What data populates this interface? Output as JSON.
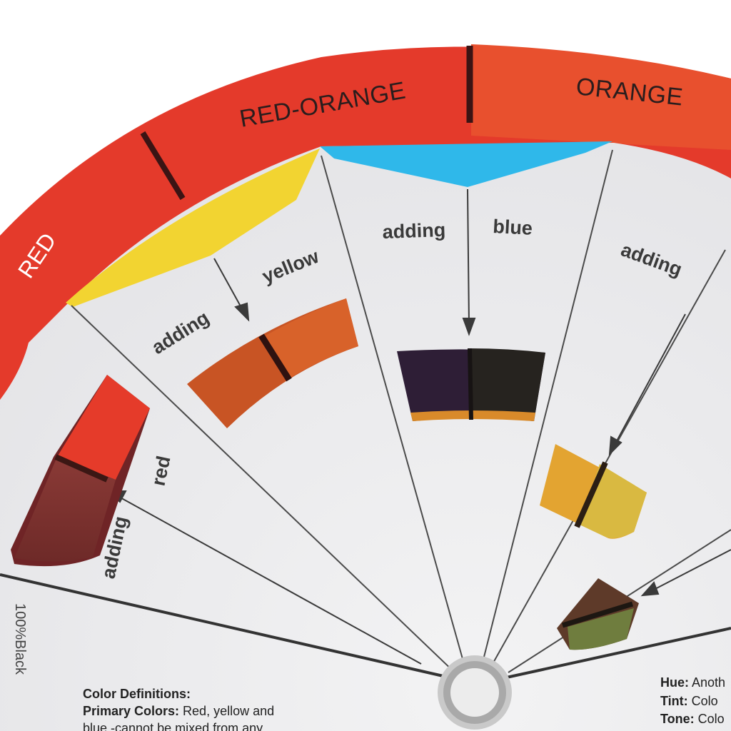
{
  "ring": {
    "red": "RED",
    "red_orange": "RED-ORANGE",
    "orange": "ORANGE"
  },
  "spokes": {
    "adding_red_1": "adding",
    "adding_red_2": "red",
    "adding_yellow_1": "adding",
    "adding_yellow_2": "yellow",
    "adding_blue_1": "adding",
    "adding_blue_2": "blue",
    "adding_4": "adding"
  },
  "side": {
    "black_percent": "100%Black"
  },
  "definitions": {
    "heading": "Color Definitions:",
    "primary_label": "Primary Colors:",
    "primary_text": " Red, yellow and",
    "primary_line2": "blue -cannot be mixed from any"
  },
  "right_defs": {
    "hue_label": "Hue:",
    "hue_text": " Anoth",
    "tint_label": "Tint:",
    "tint_text": " Colo",
    "tone_label": "Tone:",
    "tone_text": " Colo"
  },
  "colors": {
    "ring_red": "#e43a2b",
    "ring_orange": "#e8502e",
    "wheel_bg": "#e9e9eb",
    "yellow_tab": "#f2d431",
    "blue_tab": "#2fb8ea",
    "eyelet": "#b9b9b9"
  }
}
